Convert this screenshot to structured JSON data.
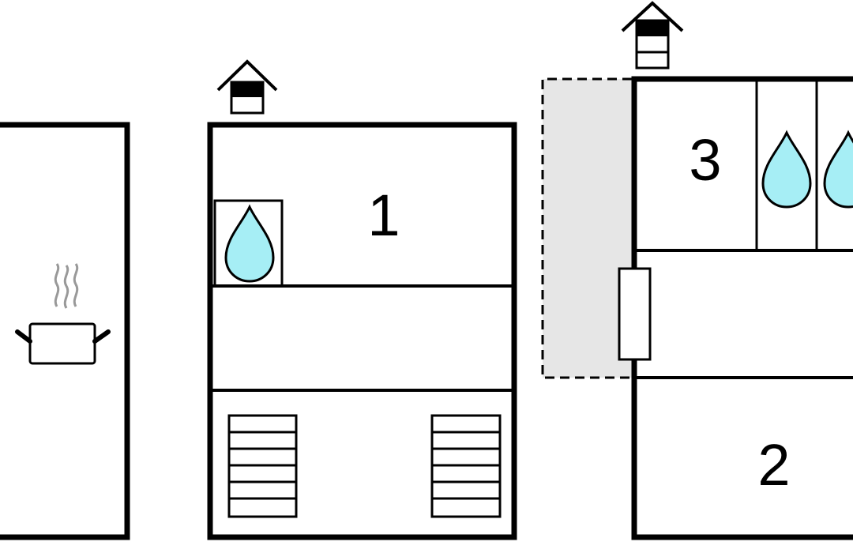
{
  "colors": {
    "wall": "#000000",
    "water": "#a6eef5",
    "terrace": "#e6e6e6",
    "background": "#ffffff"
  },
  "rooms": [
    {
      "id": "room-1",
      "label": "1"
    },
    {
      "id": "room-2",
      "label": "2"
    },
    {
      "id": "room-3",
      "label": "3"
    }
  ],
  "icons": [
    "cooking-pot-icon",
    "water-drop-icon",
    "house-exit-icon",
    "bed-icon"
  ]
}
